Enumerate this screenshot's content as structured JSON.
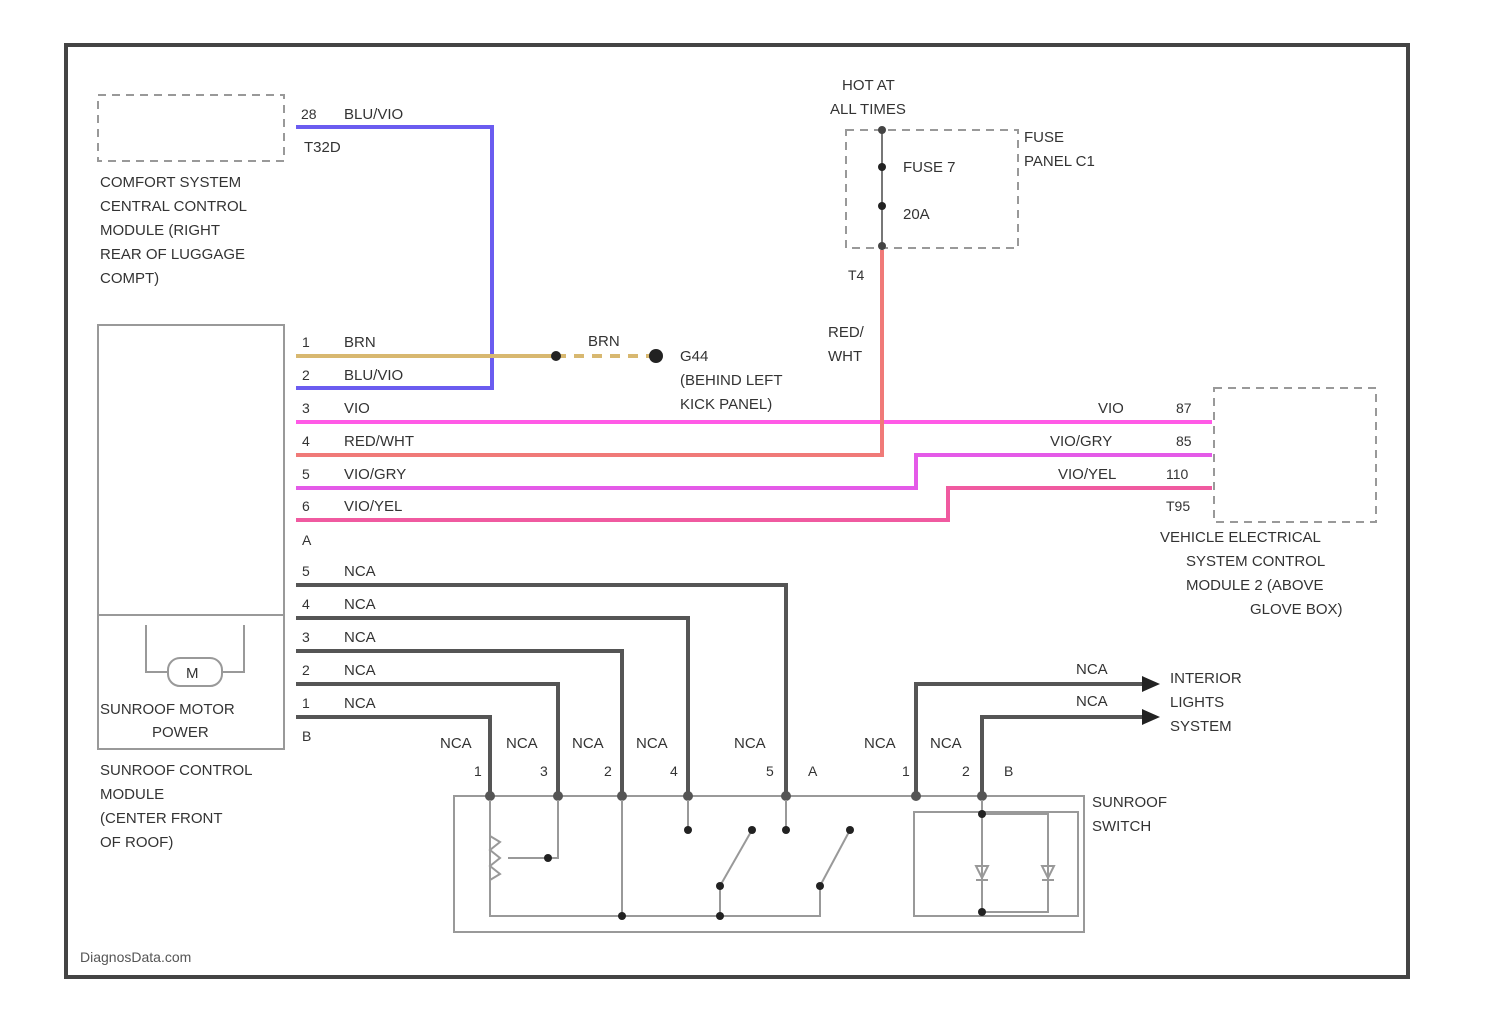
{
  "colors": {
    "frame": "#444444",
    "box": "#999999",
    "bluvio": "#6b5cf0",
    "brn": "#d8b870",
    "vio": "#ff5ae6",
    "redwht": "#f07a78",
    "viogry": "#e45ae8",
    "vioyel": "#f05aa0",
    "nca": "#555555"
  },
  "top_module": {
    "lines": [
      "COMFORT SYSTEM",
      "CENTRAL CONTROL",
      "MODULE (RIGHT",
      "REAR OF LUGGAGE",
      "COMPT)"
    ],
    "pin": "28",
    "wire_color": "BLU/VIO",
    "connector": "T32D"
  },
  "fuse": {
    "hot_lines": [
      "HOT AT",
      "ALL TIMES"
    ],
    "panel_lines": [
      "FUSE",
      "PANEL C1"
    ],
    "name": "FUSE 7",
    "rating": "20A",
    "connector": "T4",
    "wire_lines": [
      "RED/",
      "WHT"
    ]
  },
  "sunroof_module": {
    "motor_lines": [
      "SUNROOF MOTOR",
      "POWER"
    ],
    "motor_symbol": "M",
    "name_lines": [
      "SUNROOF CONTROL",
      "MODULE",
      "(CENTER FRONT",
      "OF ROOF)"
    ],
    "conn_a": "A",
    "conn_b": "B"
  },
  "connector_a_wires": [
    {
      "pin": "1",
      "label": "BRN"
    },
    {
      "pin": "2",
      "label": "BLU/VIO"
    },
    {
      "pin": "3",
      "label": "VIO"
    },
    {
      "pin": "4",
      "label": "RED/WHT"
    },
    {
      "pin": "5",
      "label": "VIO/GRY"
    },
    {
      "pin": "6",
      "label": "VIO/YEL"
    }
  ],
  "connector_b_wires": [
    {
      "pin": "5",
      "label": "NCA"
    },
    {
      "pin": "4",
      "label": "NCA"
    },
    {
      "pin": "3",
      "label": "NCA"
    },
    {
      "pin": "2",
      "label": "NCA"
    },
    {
      "pin": "1",
      "label": "NCA"
    }
  ],
  "ground": {
    "wire": "BRN",
    "name": "G44",
    "lines": [
      "(BEHIND LEFT",
      "KICK PANEL)"
    ]
  },
  "right_module": {
    "lines": [
      "VEHICLE ELECTRICAL",
      "SYSTEM CONTROL",
      "MODULE 2 (ABOVE",
      "GLOVE BOX)"
    ],
    "wires": [
      {
        "label": "VIO",
        "pin": "87"
      },
      {
        "label": "VIO/GRY",
        "pin": "85"
      },
      {
        "label": "VIO/YEL",
        "pin": "110"
      }
    ],
    "connector": "T95"
  },
  "interior_lights": {
    "wires": [
      "NCA",
      "NCA"
    ],
    "lines": [
      "INTERIOR",
      "LIGHTS",
      "SYSTEM"
    ]
  },
  "switch": {
    "lines": [
      "SUNROOF",
      "SWITCH"
    ],
    "wire_labels": [
      "NCA",
      "NCA",
      "NCA",
      "NCA",
      "NCA",
      "NCA",
      "NCA"
    ],
    "pins": [
      "1",
      "3",
      "2",
      "4",
      "5",
      "1",
      "2"
    ],
    "conn_a": "A",
    "conn_b": "B"
  },
  "watermark": "DiagnosData.com"
}
